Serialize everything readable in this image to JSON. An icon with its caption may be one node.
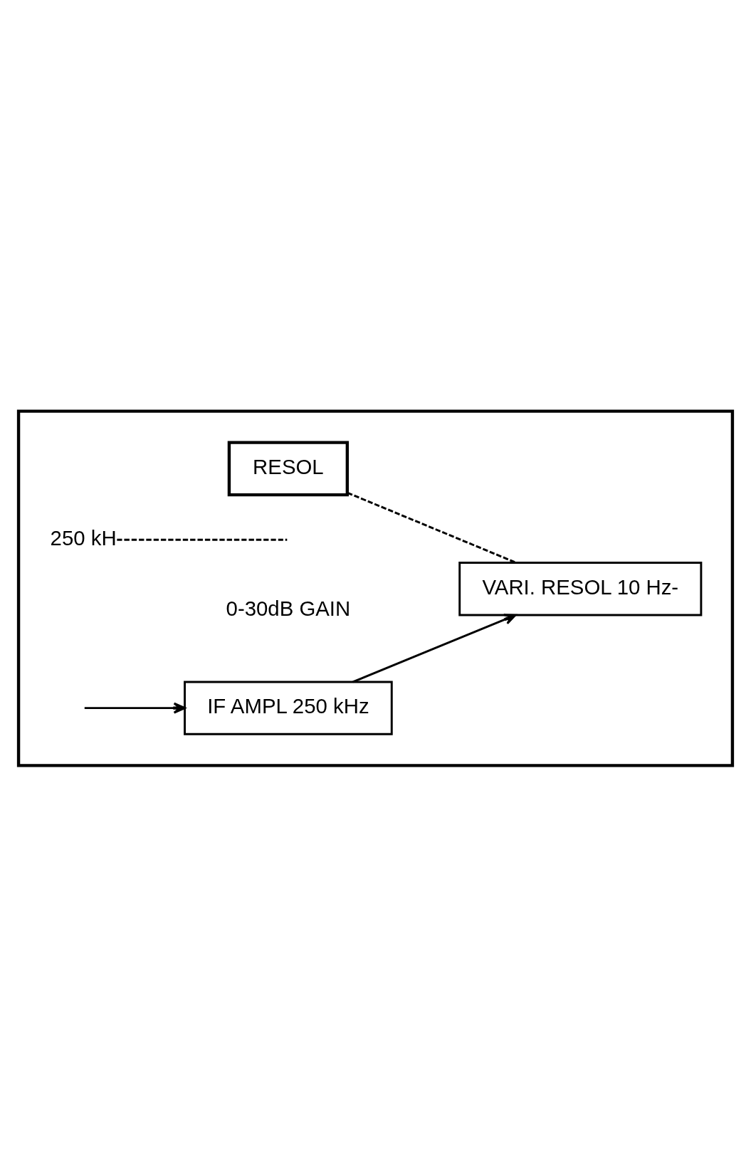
{
  "diagram": {
    "nodes": [
      {
        "text": [],
        "shape": "box"
      },
      {
        "text": [
          "IF AMPL 250 kHz"
        ],
        "in": 0,
        "beside": [
          "0-30dB GAIN"
        ]
      },
      {
        "text": [
          "RESOL"
        ],
        "in": 0
      },
      {
        "text": [
          "VARI. RESOL 10 Hz-"
        ],
        "in": 0
      },
      {
        "text": [
          "250 kH"
        ],
        "in": 0
      }
    ],
    "edges": [
      {
        "from": null,
        "to": 1,
        "arrow": "to"
      },
      {
        "from": 1,
        "to": 3,
        "arrow": "to"
      },
      {
        "from": 2,
        "to": 3,
        "arrow": "none",
        "style": "dashed"
      },
      {
        "from": 4,
        "to": null,
        "arrow": "none",
        "style": "dashed"
      }
    ]
  }
}
